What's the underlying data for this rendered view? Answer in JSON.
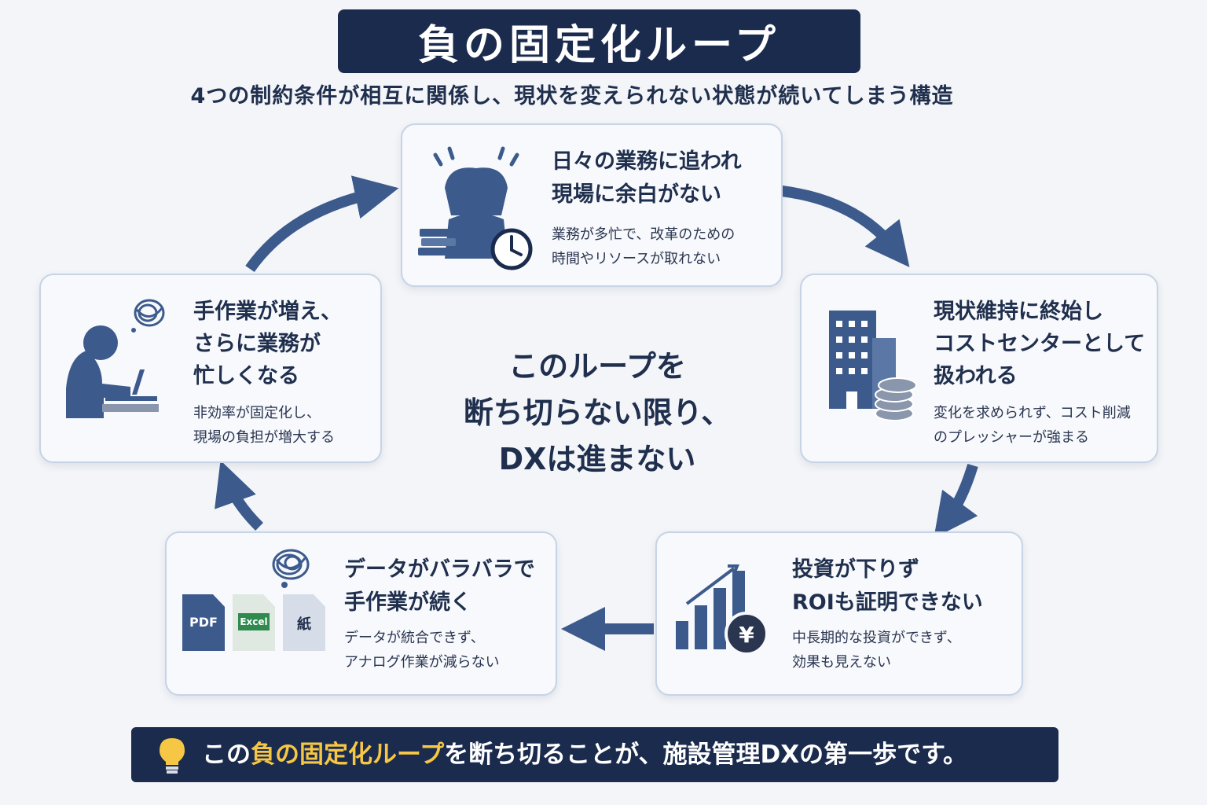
{
  "title": "負の固定化ループ",
  "subtitle": "4つの制約条件が相互に関係し、現状を変えられない状態が続いてしまう構造",
  "center_message": "このループを\n断ち切らない限り、\nDXは進まない",
  "cards": [
    {
      "id": "busy",
      "title": "日々の業務に追われ\n現場に余白がない",
      "desc": "業務が多忙で、改革のための\n時間やリソースが取れない",
      "icon": "stressed-person-with-books-and-clock-icon"
    },
    {
      "id": "status-quo",
      "title": "現状維持に終始し\nコストセンターとして\n扱われる",
      "desc": "変化を求められず、コスト削減\nのプレッシャーが強まる",
      "icon": "building-with-coins-icon"
    },
    {
      "id": "no-investment",
      "title": "投資が下りず\nROIも証明できない",
      "desc": "中長期的な投資ができず、\n効果も見えない",
      "icon": "bar-chart-with-yen-icon",
      "yen_symbol": "¥"
    },
    {
      "id": "scattered-data",
      "title": "データがバラバラで\n手作業が続く",
      "desc": "データが統合できず、\nアナログ作業が減らない",
      "icon": "scattered-documents-icon",
      "file_labels": [
        "PDF",
        "Excel",
        "紙"
      ]
    },
    {
      "id": "manual-work",
      "title": "手作業が増え、\nさらに業務が\n忙しくなる",
      "desc": "非効率が固定化し、\n現場の負担が増大する",
      "icon": "person-at-laptop-confused-icon"
    }
  ],
  "footer": {
    "prefix": "この",
    "highlight": "負の固定化ループ",
    "suffix": "を断ち切ることが、施設管理DXの第一歩です。",
    "icon": "lightbulb-icon"
  },
  "colors": {
    "navy": "#1b2b4d",
    "accent_blue": "#3c5a8c",
    "highlight_yellow": "#f6c744",
    "card_border": "#c7d3e6",
    "excel_green": "#2f8a4e"
  }
}
